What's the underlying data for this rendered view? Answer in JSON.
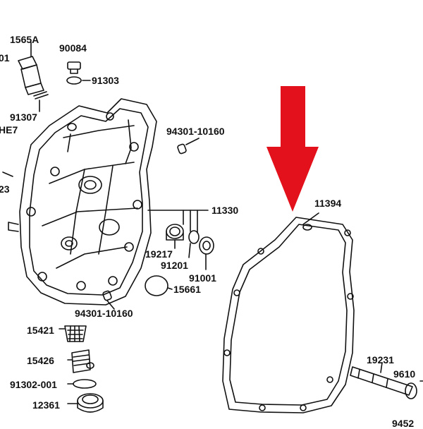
{
  "labels": {
    "p1565a": "1565A",
    "p01": "01",
    "p91307": "91307",
    "phe7": "HE7",
    "p23": "23",
    "p90084": "90084",
    "p91303": "91303",
    "p94301a": "94301-10160",
    "p11330": "11330",
    "p11394": "11394",
    "p19217": "19217",
    "p91201": "91201",
    "p91001": "91001",
    "p15661": "15661",
    "p94301b": "94301-10160",
    "p15421": "15421",
    "p15426": "15426",
    "p91302": "91302-001",
    "p12361": "12361",
    "p19231": "19231",
    "p9610": "9610",
    "p9452": "9452"
  },
  "colors": {
    "arrow": "#e3111b",
    "line": "#111111"
  }
}
